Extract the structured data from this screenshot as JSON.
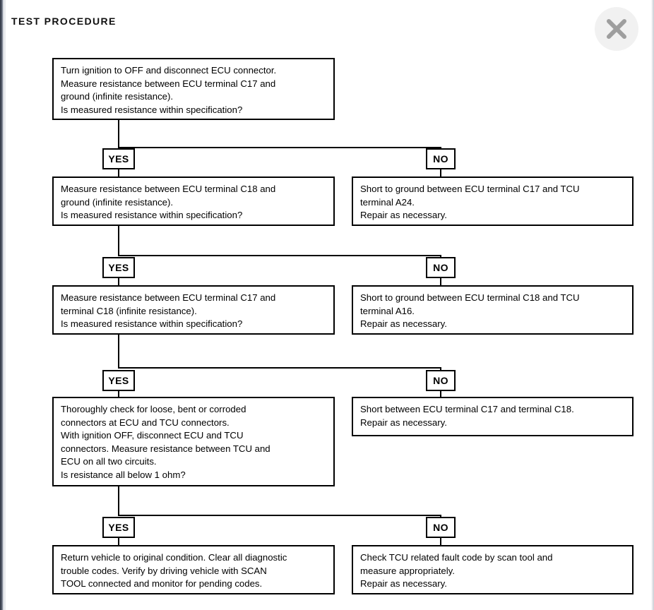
{
  "page": {
    "title": "TEST PROCEDURE",
    "close_icon": "close-icon",
    "ink_color": "#000000",
    "background_color": "#ffffff",
    "close_button_bg": "#f1f1f1",
    "close_glyph_color": "#9e9e9e"
  },
  "labels": {
    "yes": "YES",
    "no": "NO"
  },
  "flow": {
    "steps": [
      {
        "id": "step-1",
        "kind": "decision",
        "lines": [
          "Turn ignition to OFF and disconnect ECU connector.",
          "Measure resistance between ECU terminal C17 and",
          "ground (infinite resistance).",
          "Is measured resistance within specification?"
        ]
      },
      {
        "id": "step-2",
        "kind": "decision",
        "lines": [
          "Measure resistance between ECU terminal C18 and",
          "ground (infinite resistance).",
          "Is measured resistance within specification?"
        ]
      },
      {
        "id": "step-3",
        "kind": "decision",
        "lines": [
          "Measure resistance between ECU terminal C17 and",
          "terminal C18 (infinite resistance).",
          "Is measured resistance within specification?"
        ]
      },
      {
        "id": "step-4",
        "kind": "decision",
        "lines": [
          "Thoroughly check for loose, bent or corroded",
          "connectors at ECU and TCU connectors.",
          "With ignition OFF, disconnect ECU and TCU",
          "connectors. Measure resistance between TCU and",
          "ECU on all two circuits.",
          "Is resistance all below 1 ohm?"
        ]
      },
      {
        "id": "step-5",
        "kind": "result",
        "lines": [
          "Return vehicle to original condition. Clear all diagnostic",
          "trouble codes. Verify by driving vehicle with SCAN",
          "TOOL connected and monitor for pending codes."
        ]
      }
    ],
    "outcomes": [
      {
        "id": "outcome-1",
        "lines": [
          "Short to ground between ECU terminal C17 and TCU",
          "terminal A24.",
          "Repair as necessary."
        ]
      },
      {
        "id": "outcome-2",
        "lines": [
          "Short to ground between ECU terminal C18 and TCU",
          "terminal A16.",
          "Repair as necessary."
        ]
      },
      {
        "id": "outcome-3",
        "lines": [
          "Short between ECU terminal C17 and terminal C18.",
          "Repair as necessary."
        ]
      },
      {
        "id": "outcome-4",
        "lines": [
          "Check TCU related fault code by scan tool and",
          "measure appropriately.",
          "Repair as necessary."
        ]
      }
    ]
  },
  "chart_data": {
    "type": "flowchart",
    "title": "TEST PROCEDURE",
    "orientation": "top-down",
    "branch_labels": [
      "YES",
      "NO"
    ],
    "nodes": [
      {
        "id": "step-1",
        "role": "decision",
        "column": "left",
        "text": "Turn ignition to OFF and disconnect ECU connector. Measure resistance between ECU terminal C17 and ground (infinite resistance). Is measured resistance within specification?"
      },
      {
        "id": "outcome-1",
        "role": "terminal",
        "column": "right",
        "text": "Short to ground between ECU terminal C17 and TCU terminal A24. Repair as necessary."
      },
      {
        "id": "step-2",
        "role": "decision",
        "column": "left",
        "text": "Measure resistance between ECU terminal C18 and ground (infinite resistance). Is measured resistance within specification?"
      },
      {
        "id": "outcome-2",
        "role": "terminal",
        "column": "right",
        "text": "Short to ground between ECU terminal C18 and TCU terminal A16. Repair as necessary."
      },
      {
        "id": "step-3",
        "role": "decision",
        "column": "left",
        "text": "Measure resistance between ECU terminal C17 and terminal C18 (infinite resistance). Is measured resistance within specification?"
      },
      {
        "id": "outcome-3",
        "role": "terminal",
        "column": "right",
        "text": "Short between ECU terminal C17 and terminal C18. Repair as necessary."
      },
      {
        "id": "step-4",
        "role": "decision",
        "column": "left",
        "text": "Thoroughly check for loose, bent or corroded connectors at ECU and TCU connectors. With ignition OFF, disconnect ECU and TCU connectors. Measure resistance between TCU and ECU on all two circuits. Is resistance all below 1 ohm?"
      },
      {
        "id": "outcome-4",
        "role": "terminal",
        "column": "right",
        "text": "Check TCU related fault code by scan tool and measure appropriately. Repair as necessary."
      },
      {
        "id": "step-5",
        "role": "terminal",
        "column": "left",
        "text": "Return vehicle to original condition. Clear all diagnostic trouble codes. Verify by driving vehicle with SCAN TOOL connected and monitor for pending codes."
      }
    ],
    "edges": [
      {
        "from": "step-1",
        "to": "step-2",
        "label": "YES"
      },
      {
        "from": "step-1",
        "to": "outcome-1",
        "label": "NO"
      },
      {
        "from": "step-2",
        "to": "step-3",
        "label": "YES"
      },
      {
        "from": "step-2",
        "to": "outcome-2",
        "label": "NO"
      },
      {
        "from": "step-3",
        "to": "step-4",
        "label": "YES"
      },
      {
        "from": "step-3",
        "to": "outcome-3",
        "label": "NO"
      },
      {
        "from": "step-4",
        "to": "step-5",
        "label": "YES"
      },
      {
        "from": "step-4",
        "to": "outcome-4",
        "label": "NO"
      }
    ]
  }
}
